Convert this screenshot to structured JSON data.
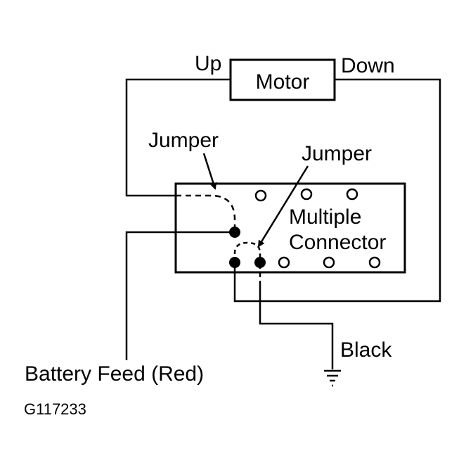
{
  "labels": {
    "up": "Up",
    "down": "Down",
    "motor": "Motor",
    "jumper_left": "Jumper",
    "jumper_right": "Jumper",
    "multiple": "Multiple",
    "connector": "Connector",
    "black": "Black",
    "battery_feed": "Battery Feed (Red)",
    "figure_code": "G117233"
  },
  "colors": {
    "line": "#000000",
    "background": "#ffffff"
  }
}
